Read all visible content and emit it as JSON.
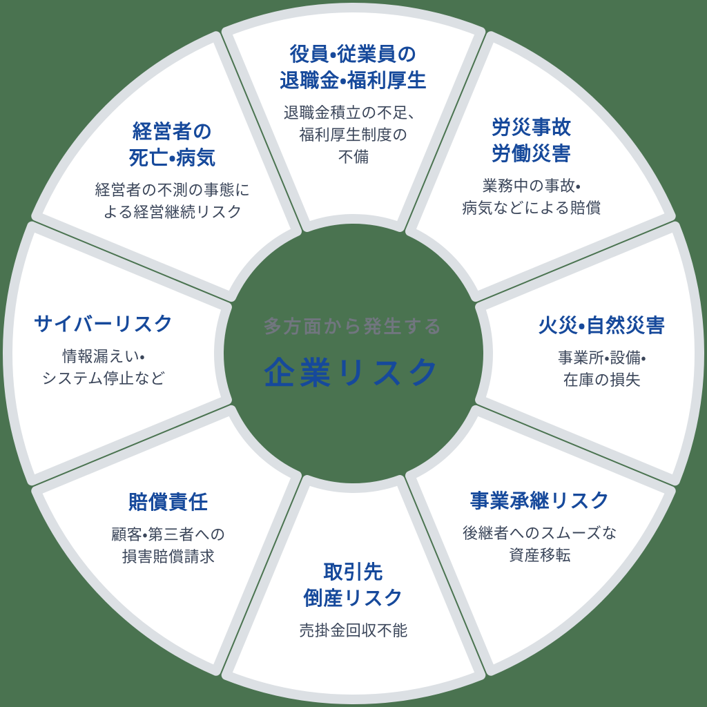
{
  "background_color": "#4A7350",
  "wheel": {
    "ring_fill": "#ffffff",
    "ring_border": "#DCE0E4"
  },
  "title_color": "#16499B",
  "desc_color": "#3A4559",
  "center": {
    "subtitle": "多方面から発生する",
    "title": "企業リスク",
    "subtitle_color": "#71767F",
    "title_color": "#16499B"
  },
  "segments": [
    {
      "id": "executive-retirement-welfare",
      "position": "top",
      "title": "役員・従業員の\n退職金・福利厚生",
      "desc": "退職金積立の不足、\n福利厚生制度の\n不備"
    },
    {
      "id": "work-accident",
      "position": "top-right",
      "title": "労災事故\n労働災害",
      "desc": "業務中の事故・\n病気などによる賠償"
    },
    {
      "id": "fire-natural-disaster",
      "position": "right",
      "title": "火災・自然災害",
      "desc": "事業所・設備・\n在庫の損失"
    },
    {
      "id": "business-succession",
      "position": "bottom-right",
      "title": "事業承継リスク",
      "desc": "後継者へのスムーズな\n資産移転"
    },
    {
      "id": "client-bankruptcy",
      "position": "bottom",
      "title": "取引先\n倒産リスク",
      "desc": "売掛金回収不能"
    },
    {
      "id": "liability",
      "position": "bottom-left",
      "title": "賠償責任",
      "desc": "顧客・第三者への\n損害賠償請求"
    },
    {
      "id": "cyber-risk",
      "position": "left",
      "title": "サイバーリスク",
      "desc": "情報漏えい・\nシステム停止など"
    },
    {
      "id": "executive-death-illness",
      "position": "top-left",
      "title": "経営者の\n死亡・病気",
      "desc": "経営者の不測の事態に\nよる経営継続リスク"
    }
  ]
}
